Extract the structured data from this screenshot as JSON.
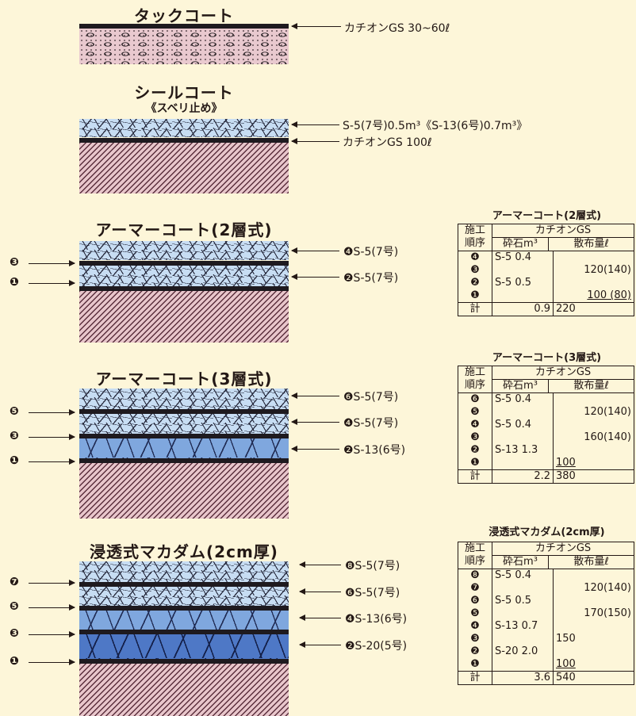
{
  "tack": {
    "title": "タックコート",
    "labels": [
      "カチオンGS 30~60ℓ"
    ]
  },
  "seal": {
    "title": "シールコート",
    "subtitle": "《スベリ止め》",
    "labels": [
      "S-5(7号)0.5m³《S-13(6号)0.7m³》",
      "カチオンGS 100ℓ"
    ]
  },
  "armor2": {
    "title": "アーマーコート(2層式)",
    "left_markers": [
      "❸",
      "❶"
    ],
    "labels": [
      "❹S-5(7号)",
      "❷S-5(7号)"
    ]
  },
  "armor3": {
    "title": "アーマーコート(3層式)",
    "left_markers": [
      "❺",
      "❸",
      "❶"
    ],
    "labels": [
      "❻S-5(7号)",
      "❹S-5(7号)",
      "❷S-13(6号)"
    ]
  },
  "macadam": {
    "title": "浸透式マカダム(2cm厚)",
    "left_markers": [
      "❼",
      "❺",
      "❸",
      "❶"
    ],
    "labels": [
      "❽S-5(7号)",
      "❻S-5(7号)",
      "❹S-13(6号)",
      "❷S-20(5号)"
    ]
  },
  "tables": [
    {
      "caption": "アーマーコート(2層式)",
      "h_order_1": "施工",
      "h_order_2": "順序",
      "h_group": "カチオンGS",
      "h_stone": "砕石m³",
      "h_spray": "散布量ℓ",
      "order": [
        "❹",
        "❸",
        "❷",
        "❶"
      ],
      "stone": [
        "S-5 0.4",
        "",
        "S-5 0.5",
        ""
      ],
      "spray": [
        "",
        "120(140)",
        "",
        "100 (80)"
      ],
      "total_label": "計",
      "total_stone": "0.9",
      "total_spray": "220"
    },
    {
      "caption": "アーマーコート(3層式)",
      "h_order_1": "施工",
      "h_order_2": "順序",
      "h_group": "カチオンGS",
      "h_stone": "砕石m³",
      "h_spray": "散布量ℓ",
      "order": [
        "❻",
        "❺",
        "❹",
        "❸",
        "❷",
        "❶"
      ],
      "stone": [
        "S-5 0.4",
        "",
        "S-5 0.4",
        "",
        "S-13 1.3",
        ""
      ],
      "spray": [
        "",
        "120(140)",
        "",
        "160(140)",
        "",
        "100"
      ],
      "total_label": "計",
      "total_stone": "2.2",
      "total_spray": "380"
    },
    {
      "caption": "浸透式マカダム(2cm厚)",
      "h_order_1": "施工",
      "h_order_2": "順序",
      "h_group": "カチオンGS",
      "h_stone": "砕石m³",
      "h_spray": "散布量ℓ",
      "order": [
        "❽",
        "❼",
        "❻",
        "❺",
        "❹",
        "❸",
        "❷",
        "❶"
      ],
      "stone": [
        "S-5 0.4",
        "",
        "S-5 0.5",
        "",
        "S-13 0.7",
        "",
        "S-20 2.0",
        ""
      ],
      "spray": [
        "",
        "120(140)",
        "",
        "170(150)",
        "",
        "150",
        "",
        "100"
      ],
      "total_label": "計",
      "total_stone": "3.6",
      "total_spray": "540"
    }
  ],
  "colors": {
    "background": "#fdf6d9",
    "asphalt": "#1e1a1f",
    "base": "#e8c6cb",
    "stone_fine": "#c7ddf3",
    "stone_mid": "#7fa7de",
    "stone_coarse": "#4e78c6"
  }
}
